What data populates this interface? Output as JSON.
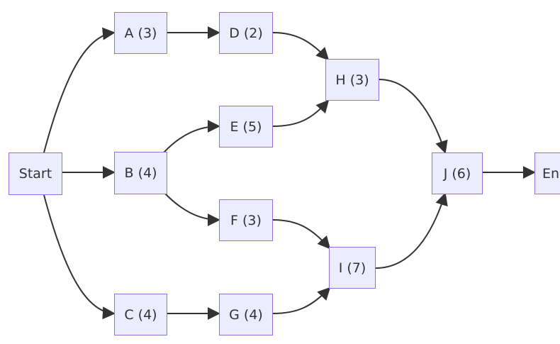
{
  "nodes": {
    "start": "Start",
    "a": "A (3)",
    "b": "B (4)",
    "c": "C (4)",
    "d": "D (2)",
    "e": "E (5)",
    "f": "F (3)",
    "g": "G (4)",
    "h": "H (3)",
    "i": "I (7)",
    "j": "J (6)",
    "end": "End"
  },
  "edges": [
    {
      "from": "Start",
      "to": "A (3)"
    },
    {
      "from": "Start",
      "to": "B (4)"
    },
    {
      "from": "Start",
      "to": "C (4)"
    },
    {
      "from": "A (3)",
      "to": "D (2)"
    },
    {
      "from": "B (4)",
      "to": "E (5)"
    },
    {
      "from": "B (4)",
      "to": "F (3)"
    },
    {
      "from": "C (4)",
      "to": "G (4)"
    },
    {
      "from": "D (2)",
      "to": "H (3)"
    },
    {
      "from": "E (5)",
      "to": "H (3)"
    },
    {
      "from": "F (3)",
      "to": "I (7)"
    },
    {
      "from": "G (4)",
      "to": "I (7)"
    },
    {
      "from": "H (3)",
      "to": "J (6)"
    },
    {
      "from": "I (7)",
      "to": "J (6)"
    },
    {
      "from": "J (6)",
      "to": "End"
    }
  ],
  "colors": {
    "node_fill": "#ececff",
    "node_border": "#9370db",
    "edge": "#333333",
    "text": "#333333"
  }
}
